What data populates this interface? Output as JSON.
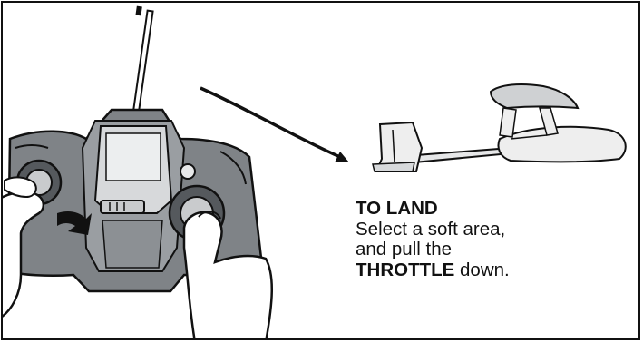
{
  "instruction": {
    "title": "TO LAND",
    "line1": "Select a soft area,",
    "line2": "and pull the",
    "line3_bold": "THROTTLE",
    "line3_rest": " down."
  },
  "colors": {
    "outline": "#111111",
    "controller_body": "#7f8387",
    "controller_dark": "#55595d",
    "light_gray": "#d7d9db",
    "glider_body": "#eeeeee"
  },
  "icons": [
    "remote-controller",
    "glider-plane",
    "curved-arrow",
    "down-arrow"
  ]
}
